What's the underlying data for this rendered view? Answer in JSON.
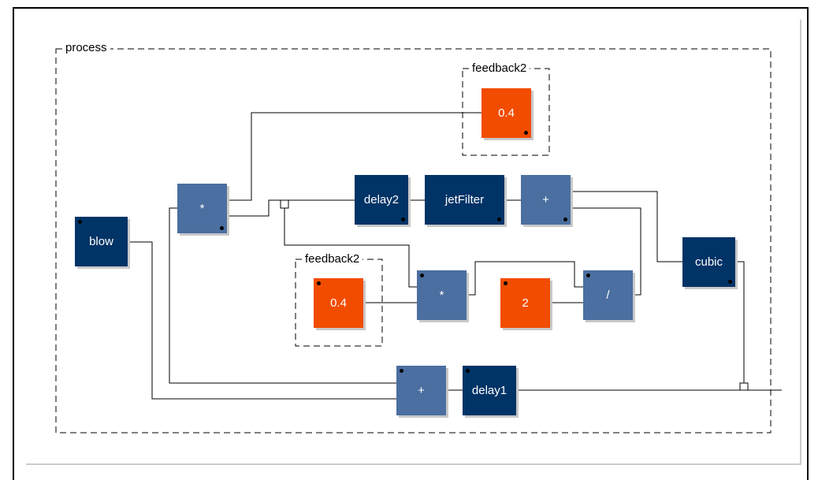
{
  "diagram": {
    "type": "signal-flow block diagram",
    "groups": [
      {
        "id": "process",
        "label": "process"
      },
      {
        "id": "feedback2_top",
        "label": "feedback2"
      },
      {
        "id": "feedback2_mid",
        "label": "feedback2"
      }
    ],
    "blocks": [
      {
        "id": "blow",
        "label": "blow",
        "kind": "dark"
      },
      {
        "id": "mul1",
        "label": "*",
        "kind": "mid"
      },
      {
        "id": "const_top",
        "label": "0.4",
        "kind": "orange"
      },
      {
        "id": "delay2",
        "label": "delay2",
        "kind": "dark"
      },
      {
        "id": "jetFilter",
        "label": "jetFilter",
        "kind": "dark"
      },
      {
        "id": "add_top",
        "label": "+",
        "kind": "mid"
      },
      {
        "id": "cubic",
        "label": "cubic",
        "kind": "dark"
      },
      {
        "id": "const_mid",
        "label": "0.4",
        "kind": "orange"
      },
      {
        "id": "mul2",
        "label": "*",
        "kind": "mid"
      },
      {
        "id": "const_two",
        "label": "2",
        "kind": "orange"
      },
      {
        "id": "div",
        "label": "/",
        "kind": "mid"
      },
      {
        "id": "add_bottom",
        "label": "+",
        "kind": "mid"
      },
      {
        "id": "delay1",
        "label": "delay1",
        "kind": "dark"
      }
    ],
    "colors": {
      "dark_block": "#003366",
      "mid_block": "#4a6fa0",
      "constant_block": "#f24c00",
      "wire": "#000000"
    }
  }
}
